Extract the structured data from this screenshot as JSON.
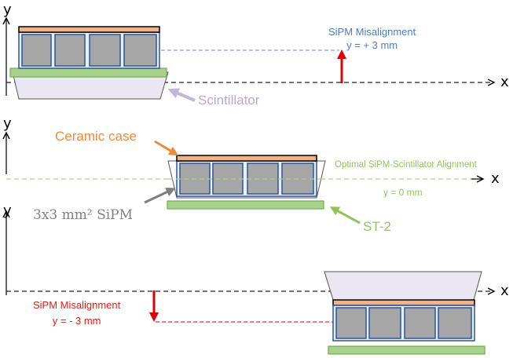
{
  "axes": {
    "y_label": "y",
    "x_label": "x"
  },
  "labels": {
    "misalignment_top": "SiPM Misalignment",
    "misalignment_top_value": "y = + 3 mm",
    "scintillator": "Scintillator",
    "ceramic_case": "Ceramic case",
    "optimal_alignment": "Optimal SiPM-Scintillator Alignment",
    "optimal_value": "y = 0 mm",
    "sipm": "3x3 mm² SiPM",
    "st2": "ST-2",
    "misalignment_bottom": "SiPM Misalignment",
    "misalignment_bottom_value": "y = - 3 mm"
  },
  "colors": {
    "ceramic": "#f4b183",
    "ceramic_border": "#000000",
    "sipm_cell": "#a6a6a6",
    "sipm_border": "#2f5597",
    "st2_fill": "#a9d18e",
    "st2_border": "#70ad47",
    "scintillator_fill": "#eae6f2",
    "scintillator_border": "#555555",
    "arrow_red": "#e00000",
    "arrow_lavender": "#c3b5da",
    "arrow_orange": "#ee8a3a",
    "arrow_gray": "#7f7f7f",
    "arrow_green": "#8fc65a",
    "dash_blue": "#5b8fd0",
    "dash_green": "#a9d18e",
    "dash_red": "#e00000"
  }
}
